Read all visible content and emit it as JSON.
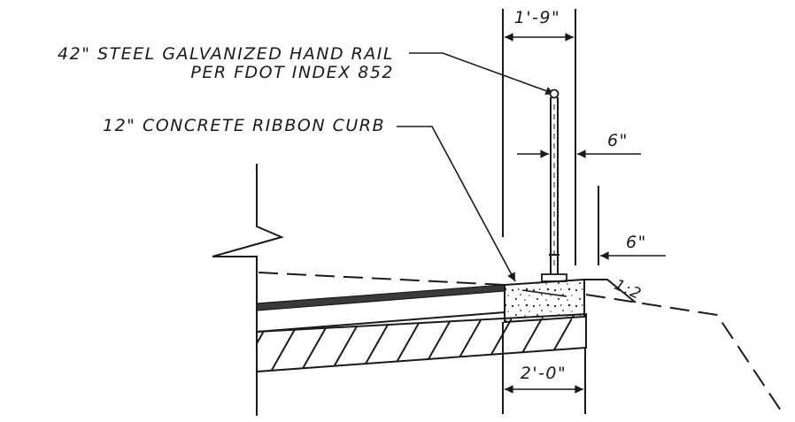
{
  "labels": {
    "handrail_line1": "42\" STEEL GALVANIZED HAND RAIL",
    "handrail_line2": "PER FDOT INDEX 852",
    "curb": "12\" CONCRETE RIBBON CURB"
  },
  "dimensions": {
    "top_width": "1'-9\"",
    "rail_offset": "6\"",
    "edge_offset": "6\"",
    "slope": "1:2",
    "bottom_width": "2'-0\""
  },
  "colors": {
    "ink": "#1a1a1a",
    "asphalt": "#3a3a3a",
    "background": "#ffffff"
  }
}
